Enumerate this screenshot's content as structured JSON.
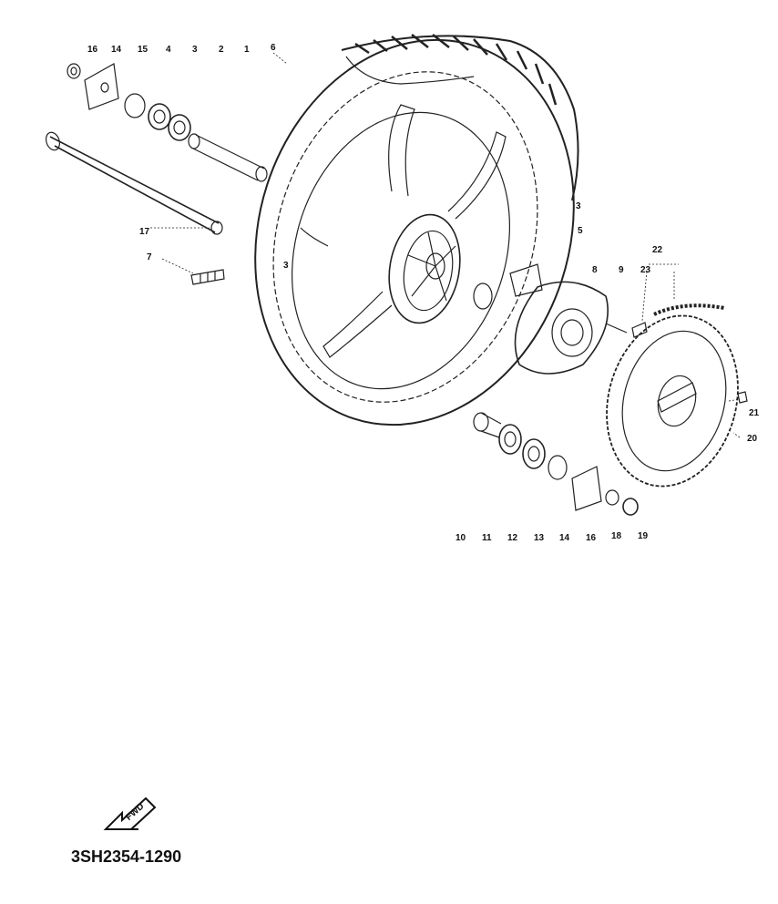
{
  "diagram": {
    "drawing_code": "3SH2354-1290",
    "fwd_text": "FWD",
    "callouts": {
      "c16a": "16",
      "c14a": "14",
      "c15": "15",
      "c4": "4",
      "c3a": "3",
      "c2": "2",
      "c1": "1",
      "c6": "6",
      "c17": "17",
      "c7": "7",
      "c3b": "3",
      "c5": "5",
      "c3c": "3",
      "c22": "22",
      "c8": "8",
      "c9": "9",
      "c23": "23",
      "c21": "21",
      "c20": "20",
      "c10": "10",
      "c11": "11",
      "c12": "12",
      "c13": "13",
      "c14b": "14",
      "c16b": "16",
      "c18": "18",
      "c19": "19"
    }
  }
}
